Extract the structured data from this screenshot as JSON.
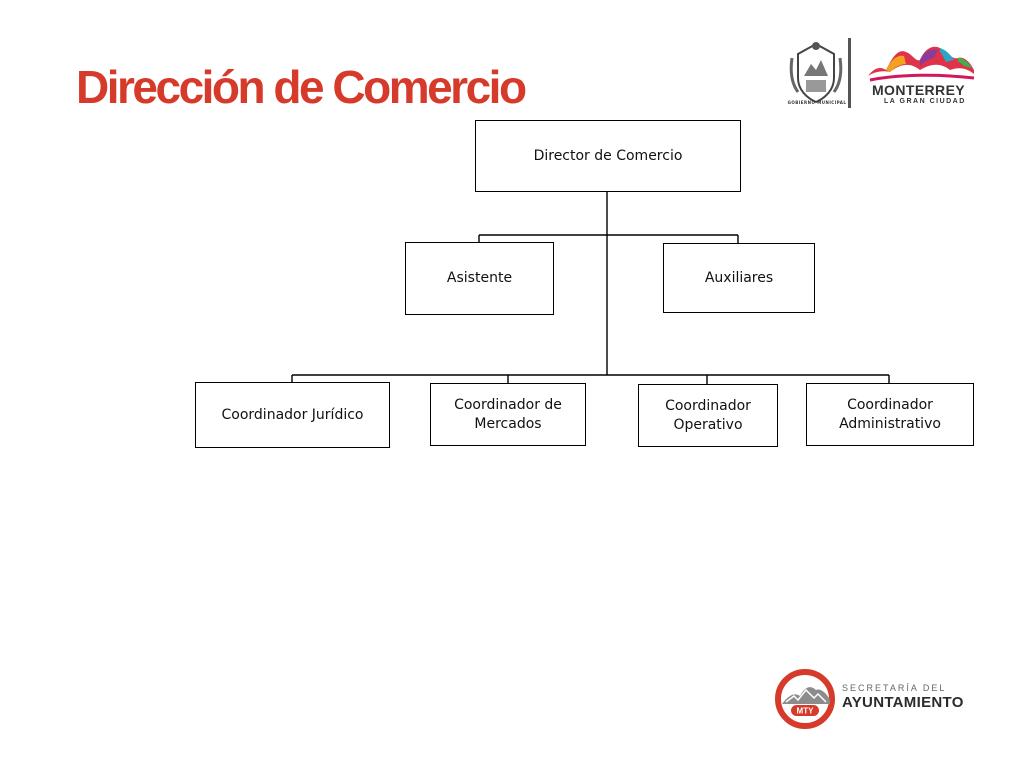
{
  "title": "Dirección de Comercio",
  "org_chart": {
    "director": "Director de Comercio",
    "staff": [
      "Asistente",
      "Auxiliares"
    ],
    "coordinators": [
      "Coordinador Jurídico",
      "Coordinador de Mercados",
      "Coordinador Operativo",
      "Coordinador Administrativo"
    ]
  },
  "logos": {
    "government_label": "GOBIERNO MUNICIPAL",
    "city_name": "MONTERREY",
    "city_tagline": "LA GRAN CIUDAD",
    "seal_text": "MTY",
    "secretariat_top": "SECRETARÍA DEL",
    "secretariat_name": "AYUNTAMIENTO"
  },
  "colors": {
    "title": "#d63a2b",
    "seal_red": "#d63a2b",
    "line": "#000000"
  },
  "icons": {
    "coat_of_arms": "shield-crest-icon",
    "city_mark": "colorful-mountain-icon",
    "secretariat_seal": "red-ring-mountain-icon"
  }
}
